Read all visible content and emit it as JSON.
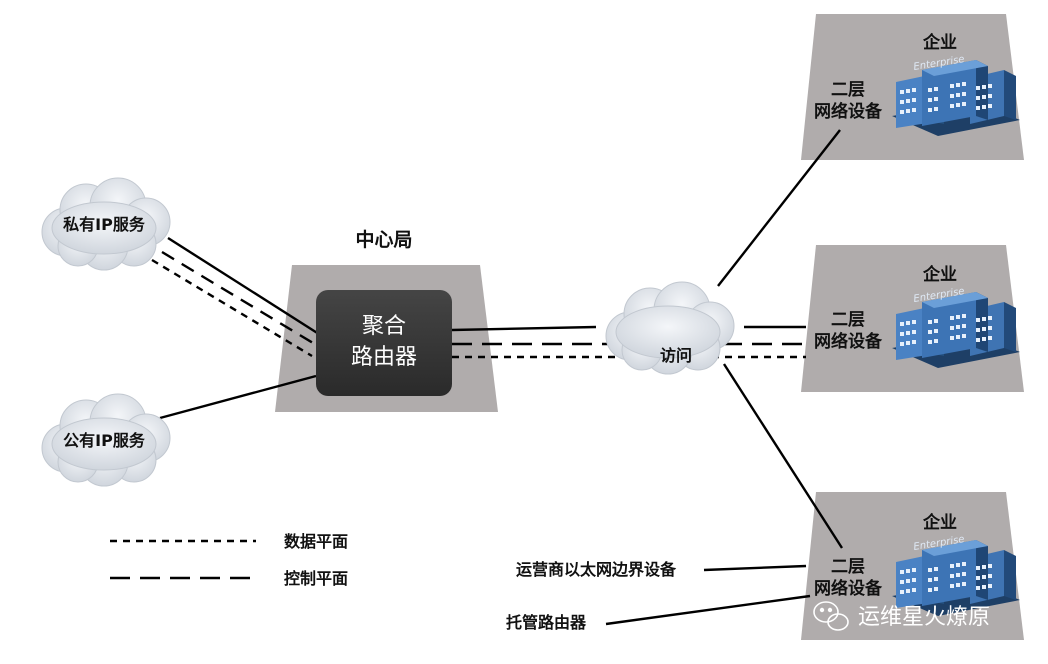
{
  "diagram": {
    "central_office": "中心局",
    "router_line1": "聚合",
    "router_line2": "路由器",
    "private_ip": "私有IP服务",
    "public_ip": "公有IP服务",
    "access_cloud": "访问",
    "enterprise_title": "企业",
    "enterprise_logo_text": "Enterprise",
    "l2_line1": "二层",
    "l2_line2": "网络设备",
    "legend_data_plane": "数据平面",
    "legend_control_plane": "控制平面",
    "carrier_edge": "运营商以太网边界设备",
    "managed_router": "托管路由器",
    "watermark": "运维星火燎原"
  },
  "colors": {
    "trapezoid": "#b0acac",
    "router_box": "#3a3a3a",
    "cloud": "#d8dde4",
    "building": "#2f5f99",
    "line": "#000000"
  }
}
